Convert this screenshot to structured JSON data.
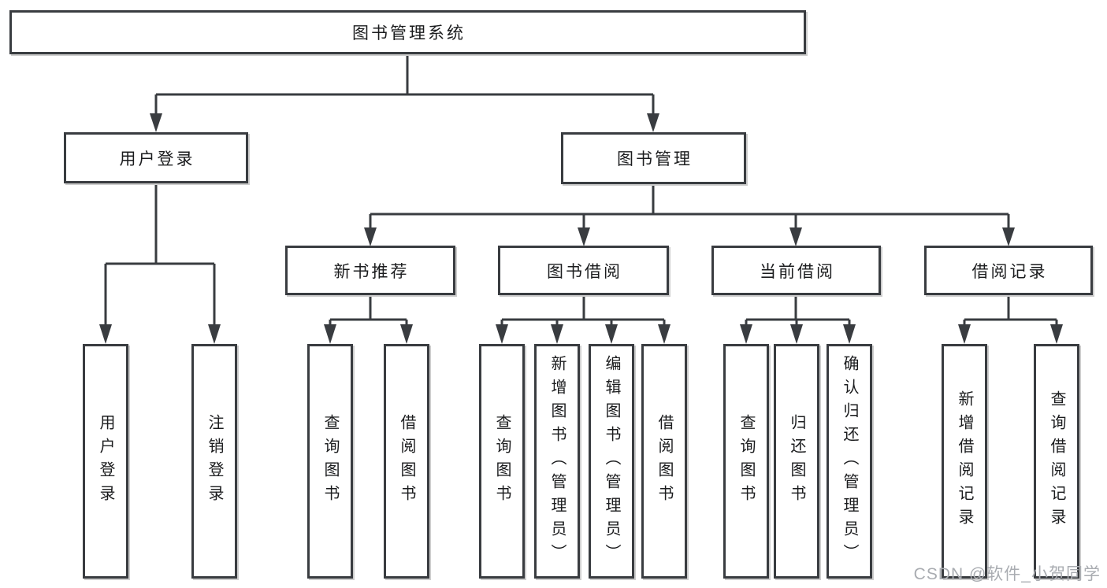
{
  "root": {
    "label": "图书管理系统"
  },
  "branches": [
    {
      "label": "用户登录"
    },
    {
      "label": "图书管理"
    }
  ],
  "modules": [
    {
      "label": "新书推荐"
    },
    {
      "label": "图书借阅"
    },
    {
      "label": "当前借阅"
    },
    {
      "label": "借阅记录"
    }
  ],
  "leaves": [
    {
      "label": "用户登录"
    },
    {
      "label": "注销登录"
    },
    {
      "label": "查询图书"
    },
    {
      "label": "借阅图书"
    },
    {
      "label": "查询图书"
    },
    {
      "label": "新增图书（管理员）"
    },
    {
      "label": "编辑图书（管理员）"
    },
    {
      "label": "借阅图书"
    },
    {
      "label": "查询图书"
    },
    {
      "label": "归还图书"
    },
    {
      "label": "确认归还（管理员）"
    },
    {
      "label": "新增借阅记录"
    },
    {
      "label": "查询借阅记录"
    }
  ],
  "watermark": {
    "label": "CSDN @软件_小贺同学"
  },
  "colors": {
    "line": "#393c40",
    "box_border": "#393c40",
    "text": "#1b1c1e",
    "watermark": "#a9acb1",
    "background": "#ffffff"
  }
}
